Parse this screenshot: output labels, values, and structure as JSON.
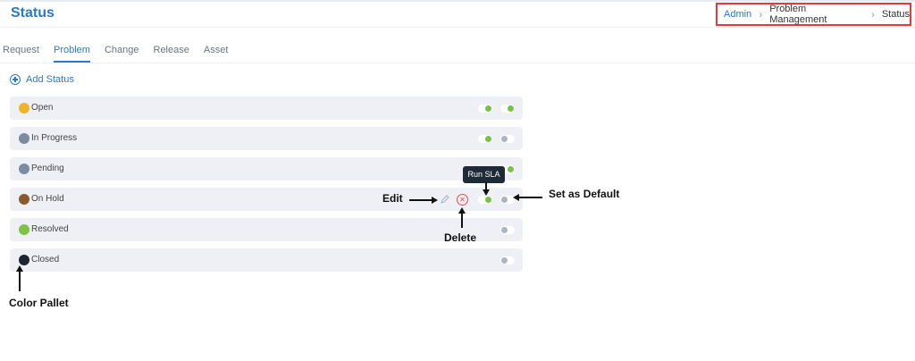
{
  "header": {
    "title": "Status"
  },
  "breadcrumb": {
    "items": [
      "Admin",
      "Problem Management",
      "Status"
    ]
  },
  "tabs": [
    "Request",
    "Problem",
    "Change",
    "Release",
    "Asset"
  ],
  "active_tab": "Problem",
  "add_status_label": "Add Status",
  "statuses": [
    {
      "label": "Open",
      "color": "#f0b429",
      "run_sla": "on",
      "default": "on"
    },
    {
      "label": "In Progress",
      "color": "#7b8ba1",
      "run_sla": "on",
      "default": "off"
    },
    {
      "label": "Pending",
      "color": "#7b8ba1",
      "run_sla": null,
      "default": "on"
    },
    {
      "label": "On Hold",
      "color": "#8a5a2b",
      "run_sla": "on",
      "default": "off"
    },
    {
      "label": "Resolved",
      "color": "#7cc244",
      "run_sla": null,
      "default": "off"
    },
    {
      "label": "Closed",
      "color": "#1b2631",
      "run_sla": null,
      "default": "off"
    }
  ],
  "tooltip": "Run SLA",
  "annotations": {
    "edit": "Edit",
    "delete": "Delete",
    "set_default": "Set as Default",
    "color_pallet": "Color Pallet"
  },
  "icons": {
    "edit": "pencil-icon",
    "delete": "x-circle-icon",
    "add": "plus-circle-icon",
    "breadcrumb_sep": "chevron-right-icon"
  }
}
